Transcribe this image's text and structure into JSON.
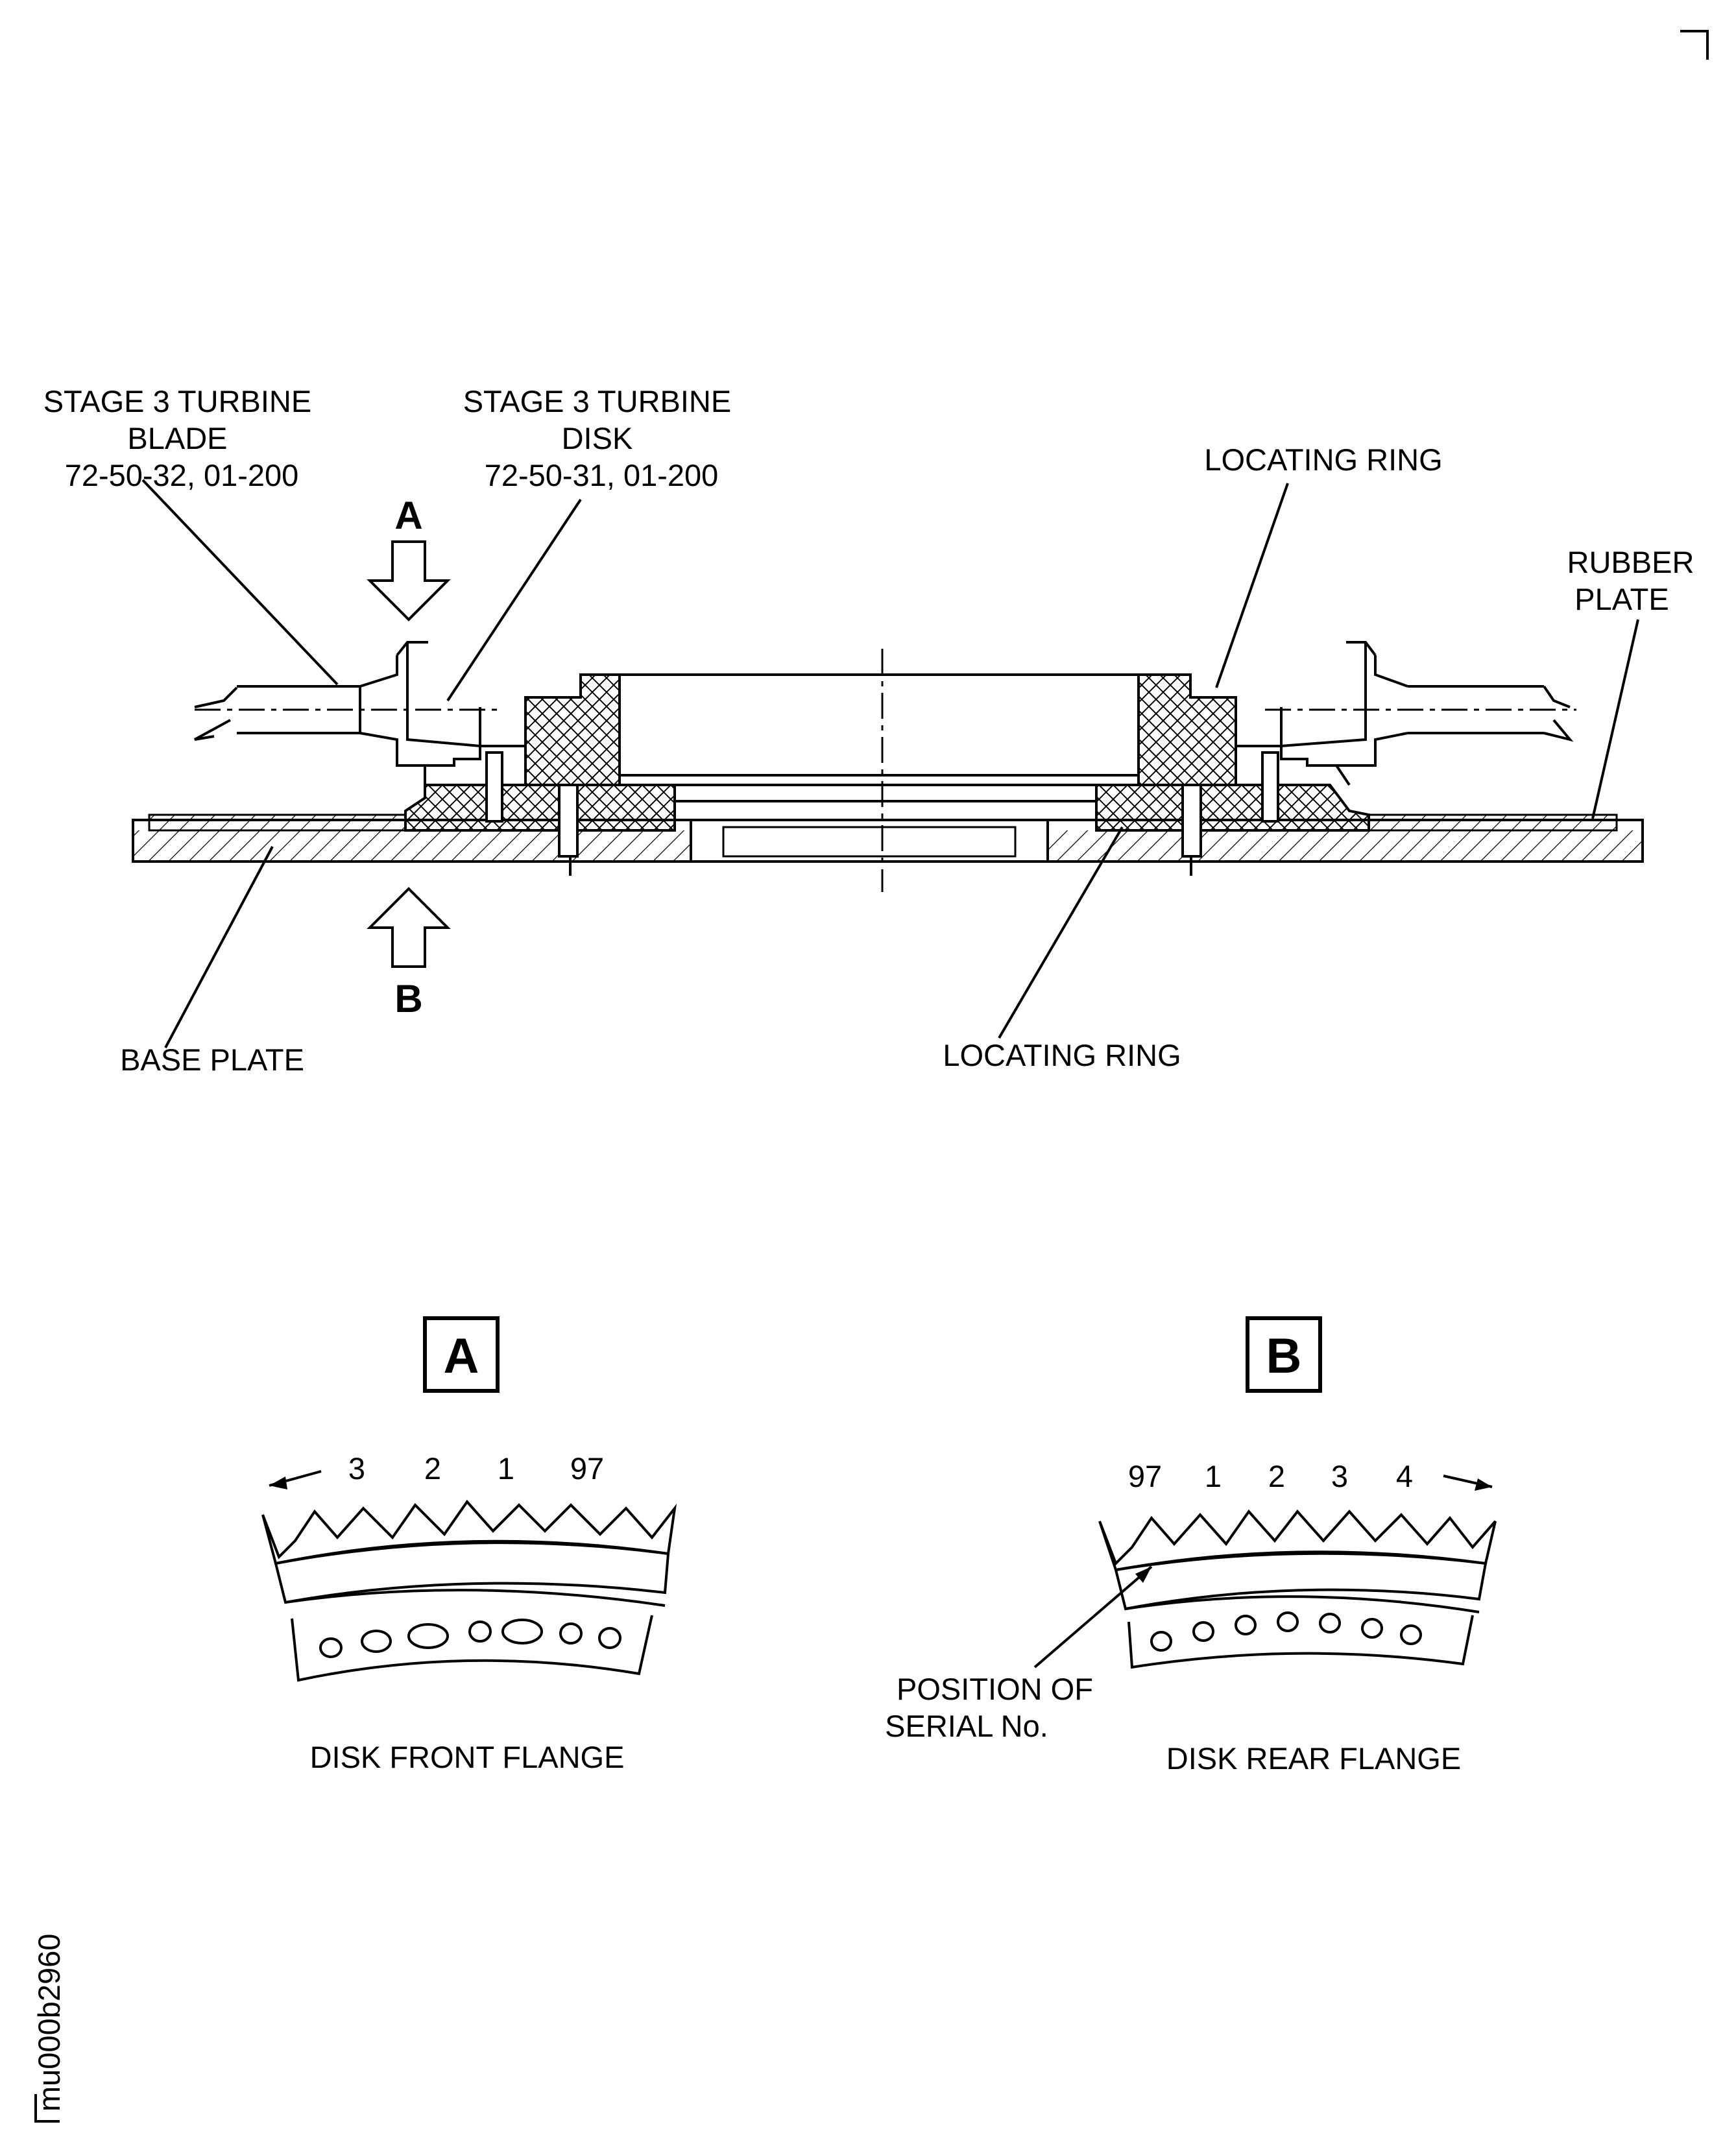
{
  "labels": {
    "blade": [
      "STAGE 3 TURBINE",
      "BLADE",
      "72-50-32, 01-200"
    ],
    "disk": [
      "STAGE 3 TURBINE",
      "DISK",
      "72-50-31, 01-200"
    ],
    "locating_ring_top": "LOCATING RING",
    "rubber_plate": [
      "RUBBER",
      "PLATE"
    ],
    "base_plate": "BASE PLATE",
    "locating_ring_bottom": "LOCATING RING"
  },
  "view_arrows": {
    "a": "A",
    "b": "B"
  },
  "views": {
    "a": {
      "title": "A",
      "numbers": [
        "3",
        "2",
        "1",
        "97"
      ],
      "caption": "DISK FRONT FLANGE"
    },
    "b": {
      "title": "B",
      "numbers": [
        "97",
        "1",
        "2",
        "3",
        "4"
      ],
      "caption": "DISK REAR FLANGE",
      "serial_note": [
        "POSITION OF",
        "SERIAL No."
      ]
    }
  },
  "figure_id": "mu000b2960"
}
